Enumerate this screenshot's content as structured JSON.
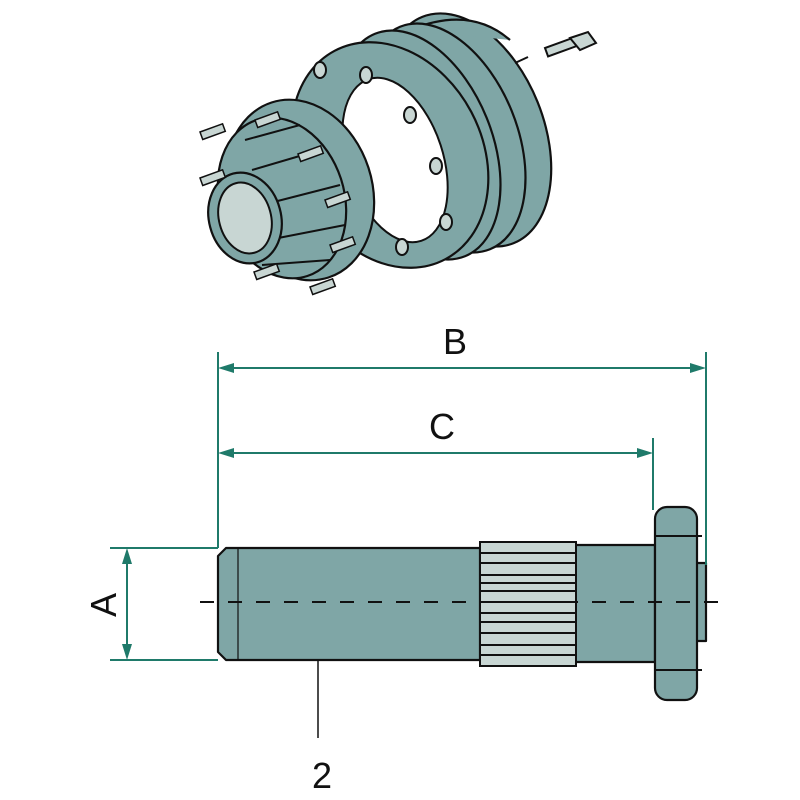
{
  "labels": {
    "dimension_a": "A",
    "dimension_b": "B",
    "dimension_c": "C",
    "part_number": "2"
  },
  "colors": {
    "part_fill": "#7fa6a6",
    "part_light": "#c8d6d3",
    "dimension_line": "#1f7a6a"
  }
}
